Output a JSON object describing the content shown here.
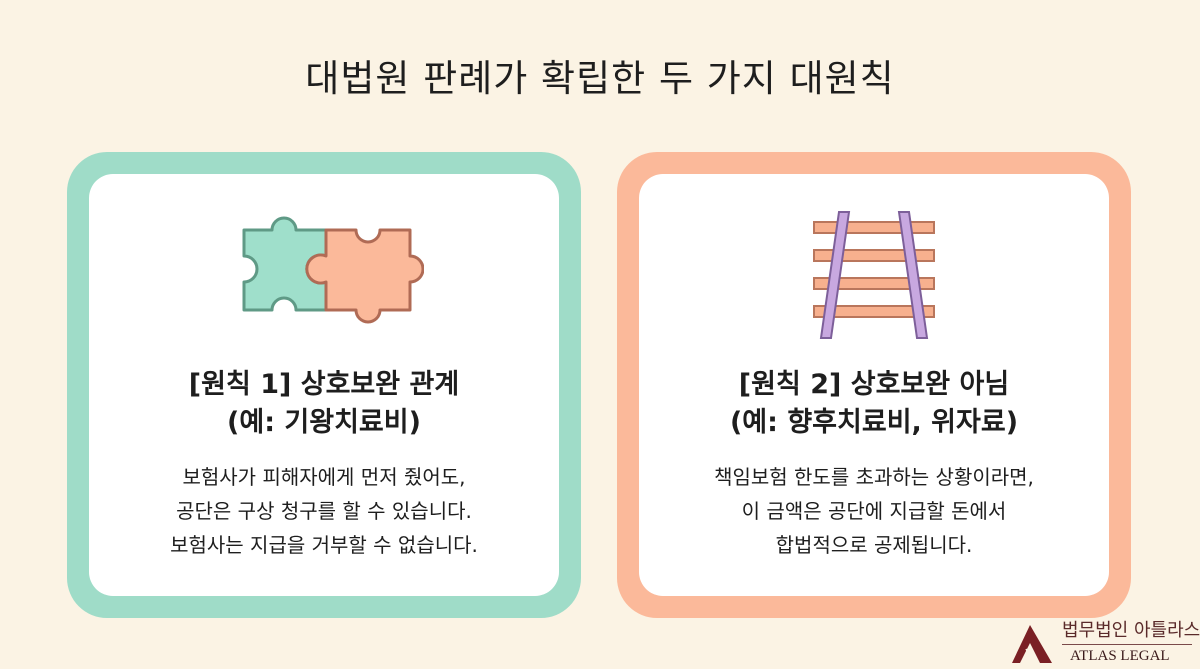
{
  "title": "대법원 판례가 확립한 두 가지 대원칙",
  "cards": [
    {
      "heading1": "[원칙 1] 상호보완 관계",
      "heading2": "(예: 기왕치료비)",
      "lines": [
        "보험사가 피해자에게 먼저 줬어도,",
        "공단은 구상 청구를 할 수 있습니다.",
        "보험사는 지급을 거부할 수 없습니다."
      ],
      "icon": "puzzle-icon",
      "border_color": "#9fdcc8"
    },
    {
      "heading1": "[원칙 2] 상호보완 아님",
      "heading2": "(예: 향후치료비, 위자료)",
      "lines": [
        "책임보험 한도를 초과하는 상황이라면,",
        "이 금액은 공단에 지급할 돈에서",
        "합법적으로 공제됩니다."
      ],
      "icon": "railroad-track-icon",
      "border_color": "#fbb99a"
    }
  ],
  "logo": {
    "name_ko": "법무법인 아틀라스",
    "name_en": "ATLAS LEGAL"
  }
}
